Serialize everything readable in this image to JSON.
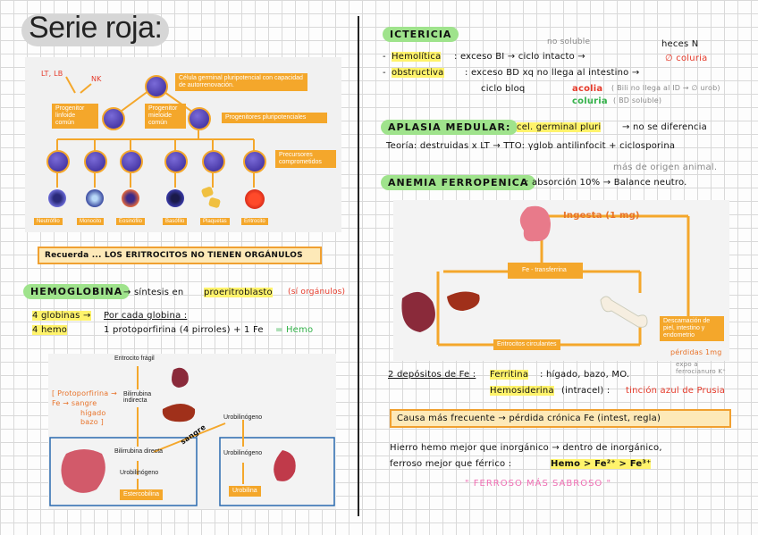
{
  "title": "Serie roja:",
  "hematopoiesis": {
    "lt_lb": "LT, LB",
    "nk": "NK",
    "stem_label": "Célula germinal pluripotencial con capacidad de autorrenovación.",
    "lymphoid_label": "Progenitor linfoide común",
    "myeloid_label": "Progenitor mieloide común",
    "pluri_label": "Progenitores pluripotenciales",
    "committed_label": "Precursores comprometidos",
    "cells": [
      "Neutrófilo",
      "Monocito",
      "Eosinófilo",
      "Basófilo",
      "Plaquetas",
      "Eritrocito"
    ]
  },
  "recuerda": "Recuerda ... LOS ERITROCITOS NO TIENEN ORGÁNULOS",
  "hemoglobina": {
    "heading": "HEMOGLOBINA",
    "synth_prefix": "→ síntesis en",
    "synth_cell": "proeritroblasto",
    "synth_note": "(sí orgánulos)",
    "globinas": "4 globinas →",
    "hemo": "4 hemo",
    "por_cada": "Por cada globina :",
    "formula": "1 protoporfirina (4 pirroles) + 1 Fe",
    "result": "= Hemo"
  },
  "bilirrubina": {
    "eritrocito": "Eritrocito frágil",
    "protoporfirina": "[ Protoporfirina →",
    "fe_sangre": "Fe → sangre",
    "higado": "hígado",
    "bazo": "bazo ]",
    "indirecta": "Bilirrubina indirecta",
    "uro1": "Urobilinógeno",
    "directa": "Bilirrubina directa",
    "uro2": "Urobilinógeno",
    "uro3": "Urobilinógeno",
    "sangre": "sangre",
    "esterco": "Estercobilina",
    "urobilina": "Urobilina"
  },
  "ictericia": {
    "heading": "ICTERICIA",
    "no_soluble": "no soluble",
    "hemolitica": "Hemolítica",
    "hemo_text": ": exceso BI → ciclo intacto →",
    "heces": "heces N",
    "coluria_no": "∅ coluria",
    "obstructiva": "obstructiva",
    "obs_text": ": exceso BD xq no llega al intestino →",
    "ciclo_bloq": "ciclo bloq",
    "acolia": "acolia",
    "acolia_note": "( Bili no llega al ID → ∅ urob)",
    "coluria": "coluria",
    "coluria_note": "( BD soluble)"
  },
  "aplasia": {
    "heading": "APLASIA MEDULAR:",
    "cel": "cel. germinal pluri",
    "cel_rest": "→ no se diferencia",
    "teoria": "Teoría: destruidas x LT → TTO: γglob antilinfocit + ciclosporina"
  },
  "anemia": {
    "heading": "ANEMIA FERROPENICA",
    "absorcion": ": absorción 10% → Balance neutro.",
    "mas_de": "más de origen animal.",
    "ingesta": "Ingesta (1 mg)",
    "transferrina": "Fe - transferrina",
    "eritrocitos": "Eritrocitos circulantes",
    "descamacion": "Descamación de piel, intestino y endometrio",
    "perdidas": "pérdidas 1mg"
  },
  "depositos": {
    "label": "2 depósitos de Fe :",
    "ferritina": "Ferritina",
    "ferritina_rest": ": hígado, bazo, MO.",
    "expo": "expo a ferrocianuro K⁺",
    "hemosiderina": "Hemosiderina",
    "hemo_rest": "(intracel) :",
    "tincion": "tinción azul de Prusia"
  },
  "causa": "Causa más frecuente → pérdida crónica Fe (intest, regla)",
  "hierro1": "Hierro hemo mejor que inorgánico → dentro de inorgánico,",
  "hierro2": "ferroso mejor que férrico :",
  "hierro_formula": "Hemo > Fe²⁺ > Fe³⁺",
  "ferroso": "\" FERROSO MÁS SABROSO \""
}
